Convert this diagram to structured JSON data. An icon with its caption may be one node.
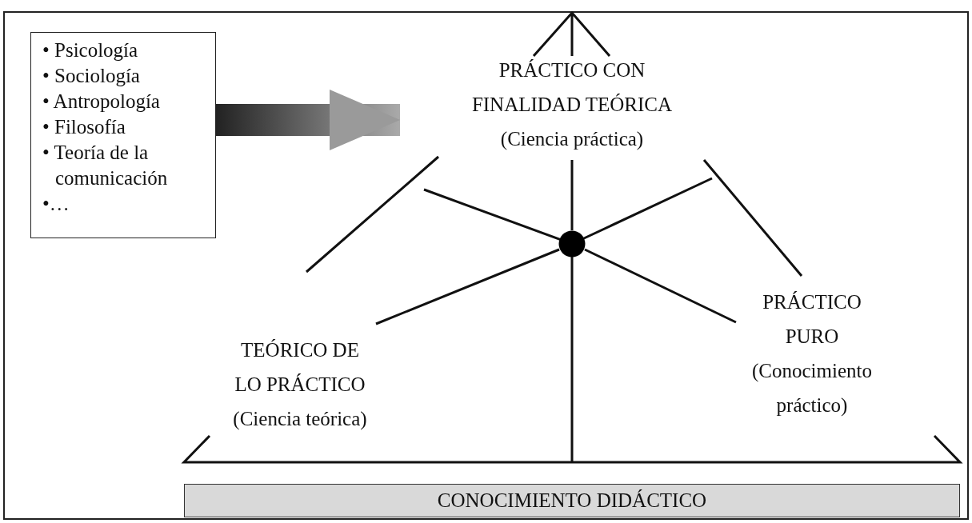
{
  "diagram": {
    "nodes": [
      {
        "text": [
          "• Psicología",
          "• Sociología",
          "• Antropología",
          "• Filosofía",
          "• Teoría de la comunicación",
          "•…"
        ]
      },
      {
        "text": [
          "PRÁCTICO CON FINALIDAD TEÓRICA",
          "(Ciencia práctica)"
        ]
      },
      {
        "text": [
          "TEÓRICO DE LO PRÁCTICO",
          "(Ciencia teórica)"
        ]
      },
      {
        "text": [
          "PRÁCTICO PURO",
          "(Conocimiento práctico)"
        ]
      },
      {
        "text": [],
        "shape": "circle"
      },
      {
        "text": [
          "CONOCIMIENTO DIDÁCTICO"
        ]
      }
    ],
    "edges": [
      {
        "from": 0,
        "to": 1,
        "arrow": "to",
        "style": "thick"
      },
      {
        "from": 4,
        "to": 1,
        "arrow": "none"
      },
      {
        "from": 4,
        "to": 2,
        "arrow": "none"
      },
      {
        "from": 4,
        "to": 3,
        "arrow": "none"
      }
    ]
  }
}
